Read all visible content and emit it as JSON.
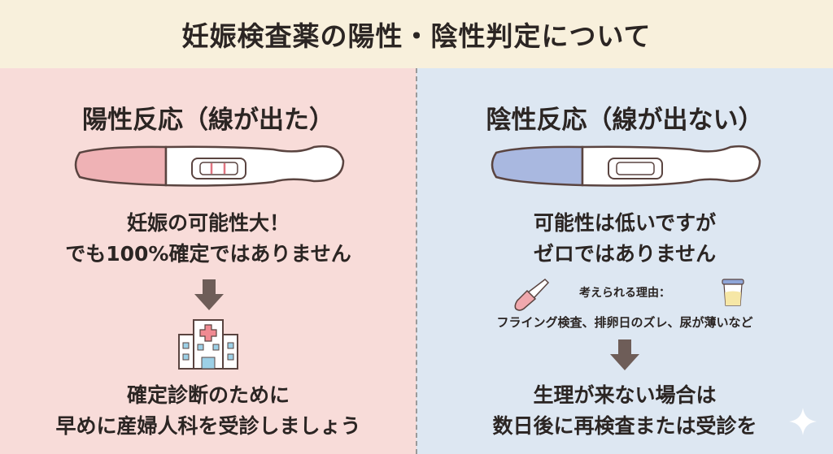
{
  "title": "妊娠検査薬の陽性・陰性判定について",
  "positive": {
    "heading": "陽性反応（線が出た）",
    "line1": "妊娠の可能性大！",
    "line2": "でも100%確定ではありません",
    "bottom1": "確定診断のために",
    "bottom2": "早めに産婦人科を受診しましょう"
  },
  "negative": {
    "heading": "陰性反応（線が出ない）",
    "line1": "可能性は低いですが",
    "line2": "ゼロではありません",
    "reasons_label": "考えられる理由：",
    "reasons": "フライング検査、排卵日のズレ、尿が薄いなど",
    "bottom1": "生理が来ない場合は",
    "bottom2": "数日後に再検査または受診を"
  },
  "colors": {
    "pink": "#f8dcd9",
    "blue": "#dde7f2",
    "title_bg": "#f8f0dc",
    "arrow": "#6e5d58"
  }
}
